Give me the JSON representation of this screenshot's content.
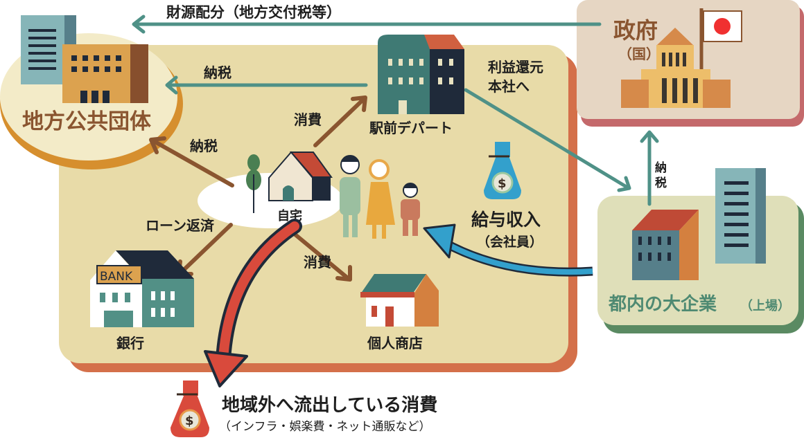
{
  "colors": {
    "region_bg": "#e8dba8",
    "region_shadow": "#d4704a",
    "government_bg": "#e6d6c3",
    "government_shadow": "#c4696b",
    "corporation_bg": "#dfdfb9",
    "corporation_shadow": "#5a8a62",
    "local_gov_bg": "#f3ebc8",
    "tax_arrow": "#4f9187",
    "money_arrow": "#8a5530",
    "outflow_arrow": "#d94a3c",
    "salary_arrow": "#33a0cc"
  },
  "nodes": {
    "local_government": {
      "label": "地方公共団体",
      "icon": "city-hall-buildings-icon"
    },
    "government": {
      "label": "政府",
      "sub": "（国）",
      "icon": "national-diet-building-icon"
    },
    "department_store": {
      "label": "駅前デパート",
      "icon": "department-store-icon"
    },
    "home": {
      "label": "自宅",
      "icon": "house-icon"
    },
    "bank": {
      "label": "銀行",
      "sign": "BANK",
      "icon": "bank-icon"
    },
    "shop": {
      "label": "個人商店",
      "icon": "shop-icon"
    },
    "corporation": {
      "label": "都内の大企業",
      "sub": "（上場）",
      "icon": "office-buildings-icon"
    },
    "outflow": {
      "label": "地域外へ流出している消費",
      "sub": "（インフラ・娯楽費・ネット通販など）",
      "icon": "money-bag-icon"
    },
    "salary": {
      "label": "給与収入",
      "sub": "（会社員）",
      "icon": "money-bag-icon"
    }
  },
  "flows": {
    "allocation": "財源配分（地方交付税等）",
    "dept_tax": "納税",
    "home_tax": "納税",
    "home_to_dept": "消費",
    "profit_return_1": "利益還元",
    "profit_return_2": "本社へ",
    "loan": "ローン返済",
    "home_to_shop": "消費",
    "corp_tax_1": "納",
    "corp_tax_2": "税"
  }
}
